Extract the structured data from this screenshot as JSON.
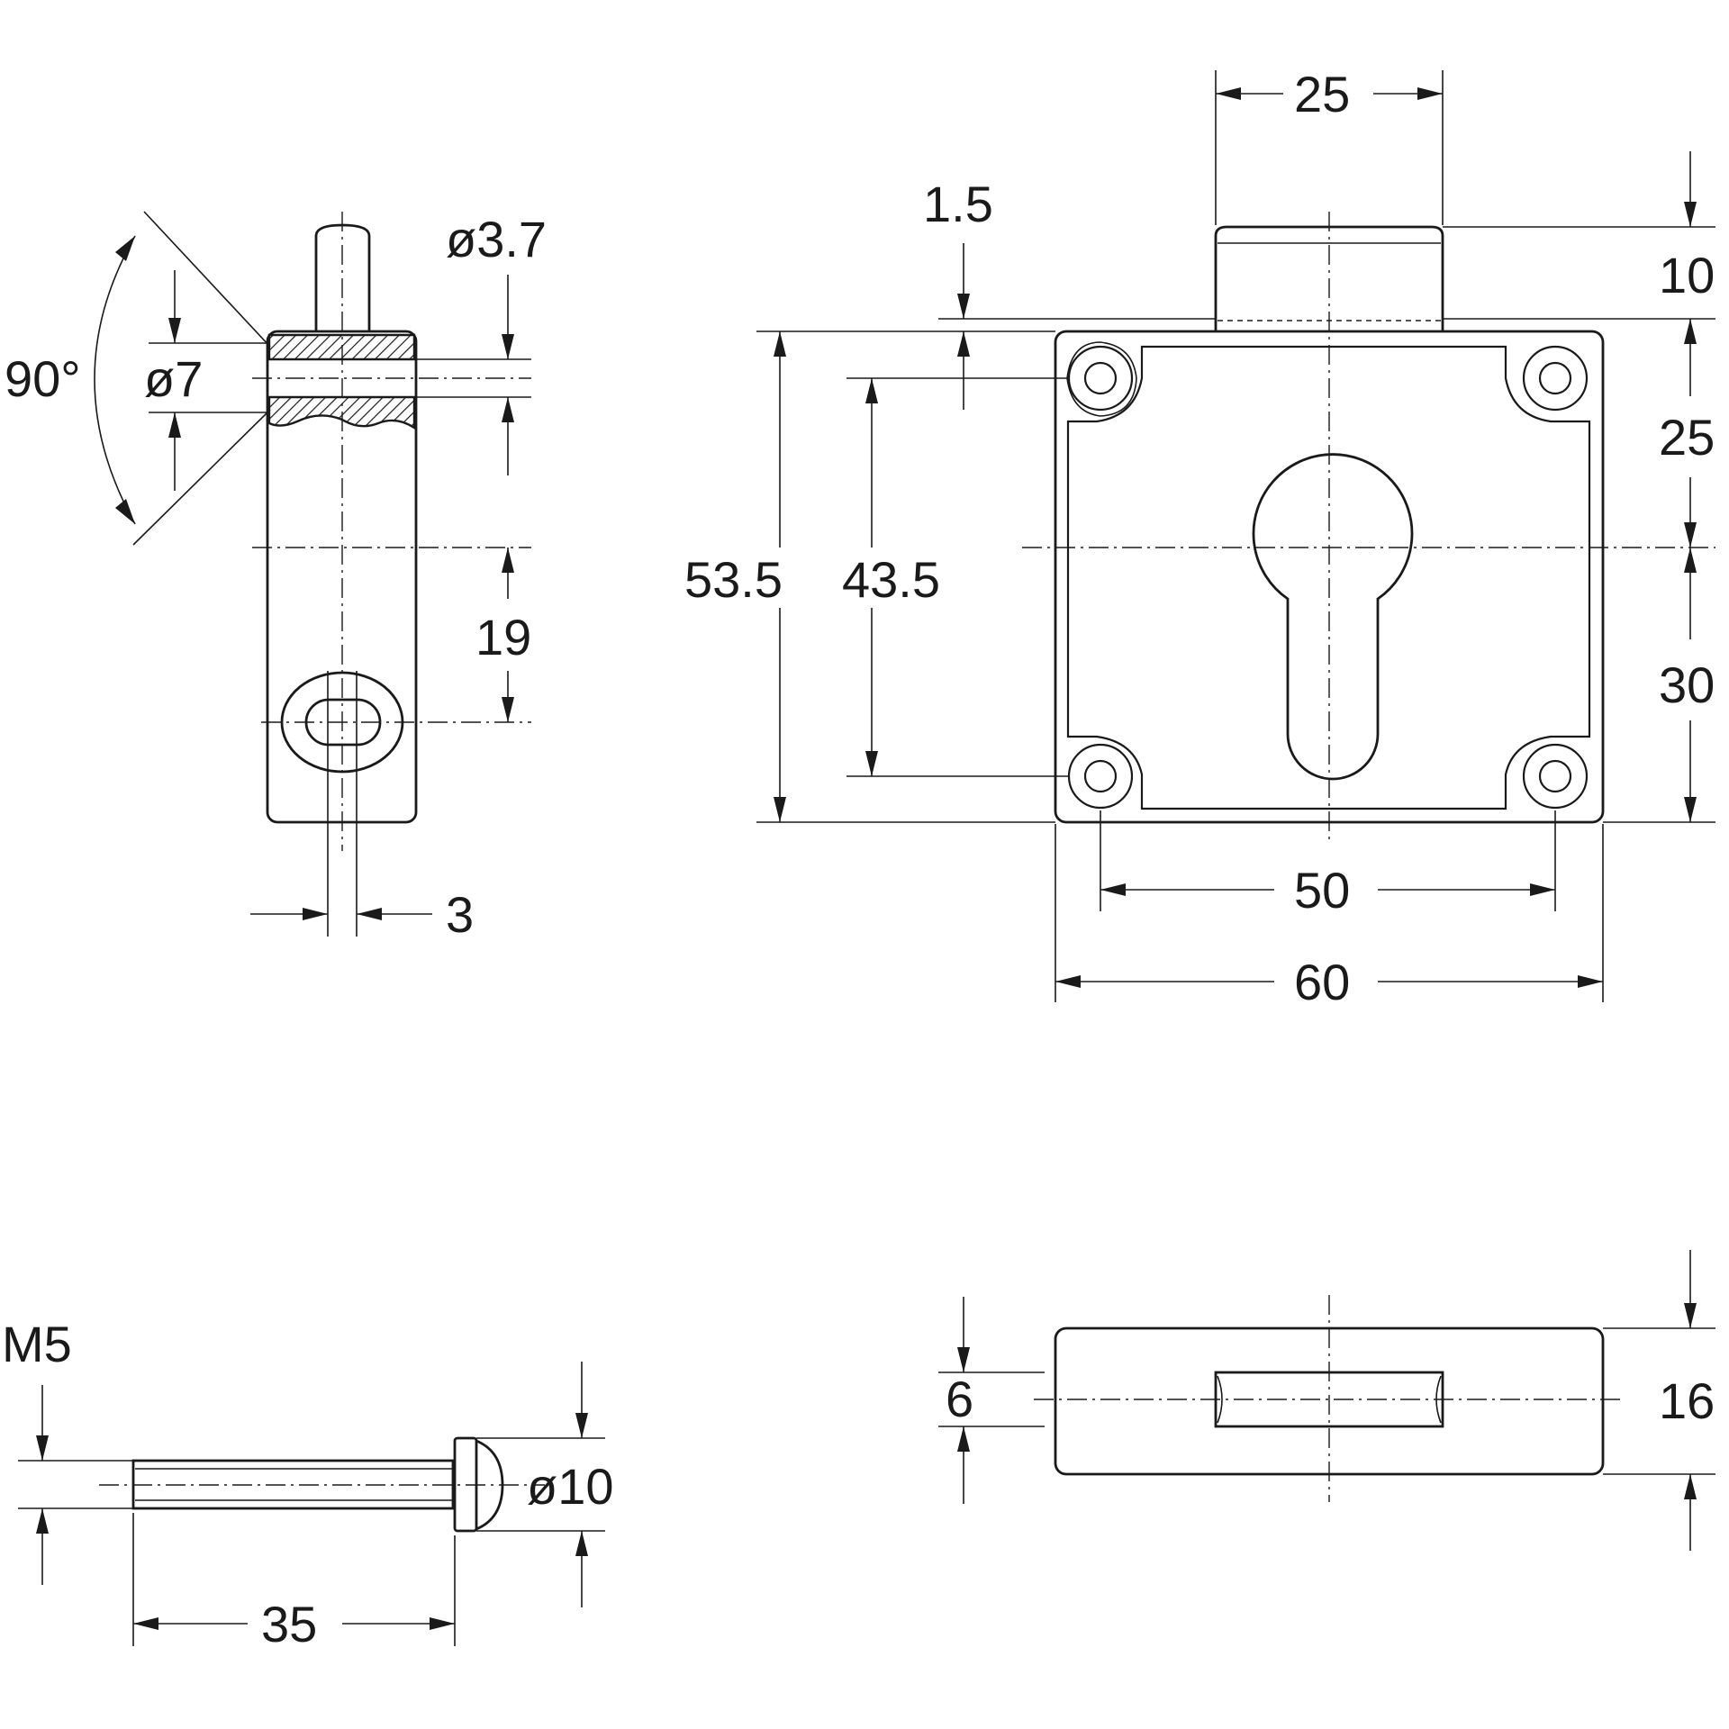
{
  "front_view": {
    "width": "60",
    "hole_spacing_horizontal": "50",
    "overall_height": "53.5",
    "hole_spacing_vertical": "43.5",
    "bolt_width": "25",
    "bolt_protrusion": "10",
    "plate_offset": "1.5",
    "upper_to_center": "25",
    "lower_to_center": "30"
  },
  "side_view": {
    "angle": "90°",
    "hole_diameter": "ø7",
    "pin_diameter": "ø3.7",
    "slot_distance": "19",
    "slot_width": "3"
  },
  "screw_view": {
    "thread": "M5",
    "length": "35",
    "head_diameter": "ø10"
  },
  "bottom_view": {
    "slot_height": "6",
    "case_depth": "16"
  }
}
